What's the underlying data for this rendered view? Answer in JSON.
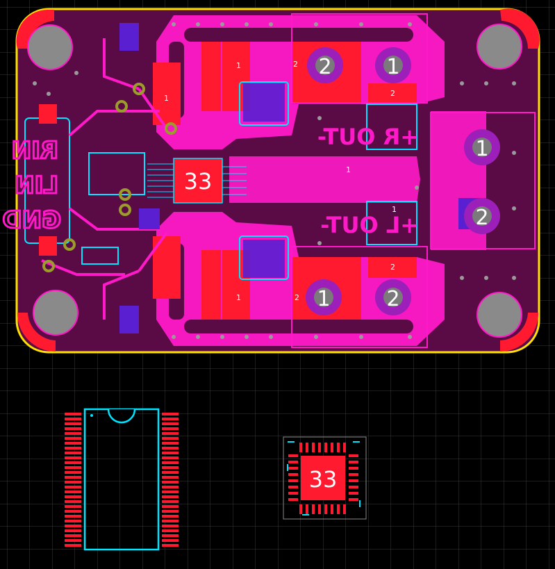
{
  "colors": {
    "background": "#000000",
    "grid": "#3a3a3a",
    "board_fill": "#5a0b46",
    "board_outline": "#ffe100",
    "copper_magenta": "#ff19c8",
    "top_pad": "#ff1a30",
    "silk": "#00e5ff",
    "mount_hole": "#8a8a8a",
    "pad_ring": "#9b1fb8",
    "bottom_comp": "#5a1fd0",
    "via": "#9a9a9a"
  },
  "board": {
    "silk_left": [
      "RIN",
      "LIN",
      "GND"
    ],
    "silk_outputs": [
      "+R OUT-",
      "+L OUT-"
    ],
    "ic_number": "33"
  },
  "connectors": {
    "top_left": [
      "2",
      "1"
    ],
    "right": [
      "1",
      "2"
    ],
    "bottom_left": [
      "1",
      "2"
    ]
  },
  "pad_labels": {
    "one": "1",
    "two": "2"
  },
  "footprints": {
    "qfn_number": "33"
  }
}
